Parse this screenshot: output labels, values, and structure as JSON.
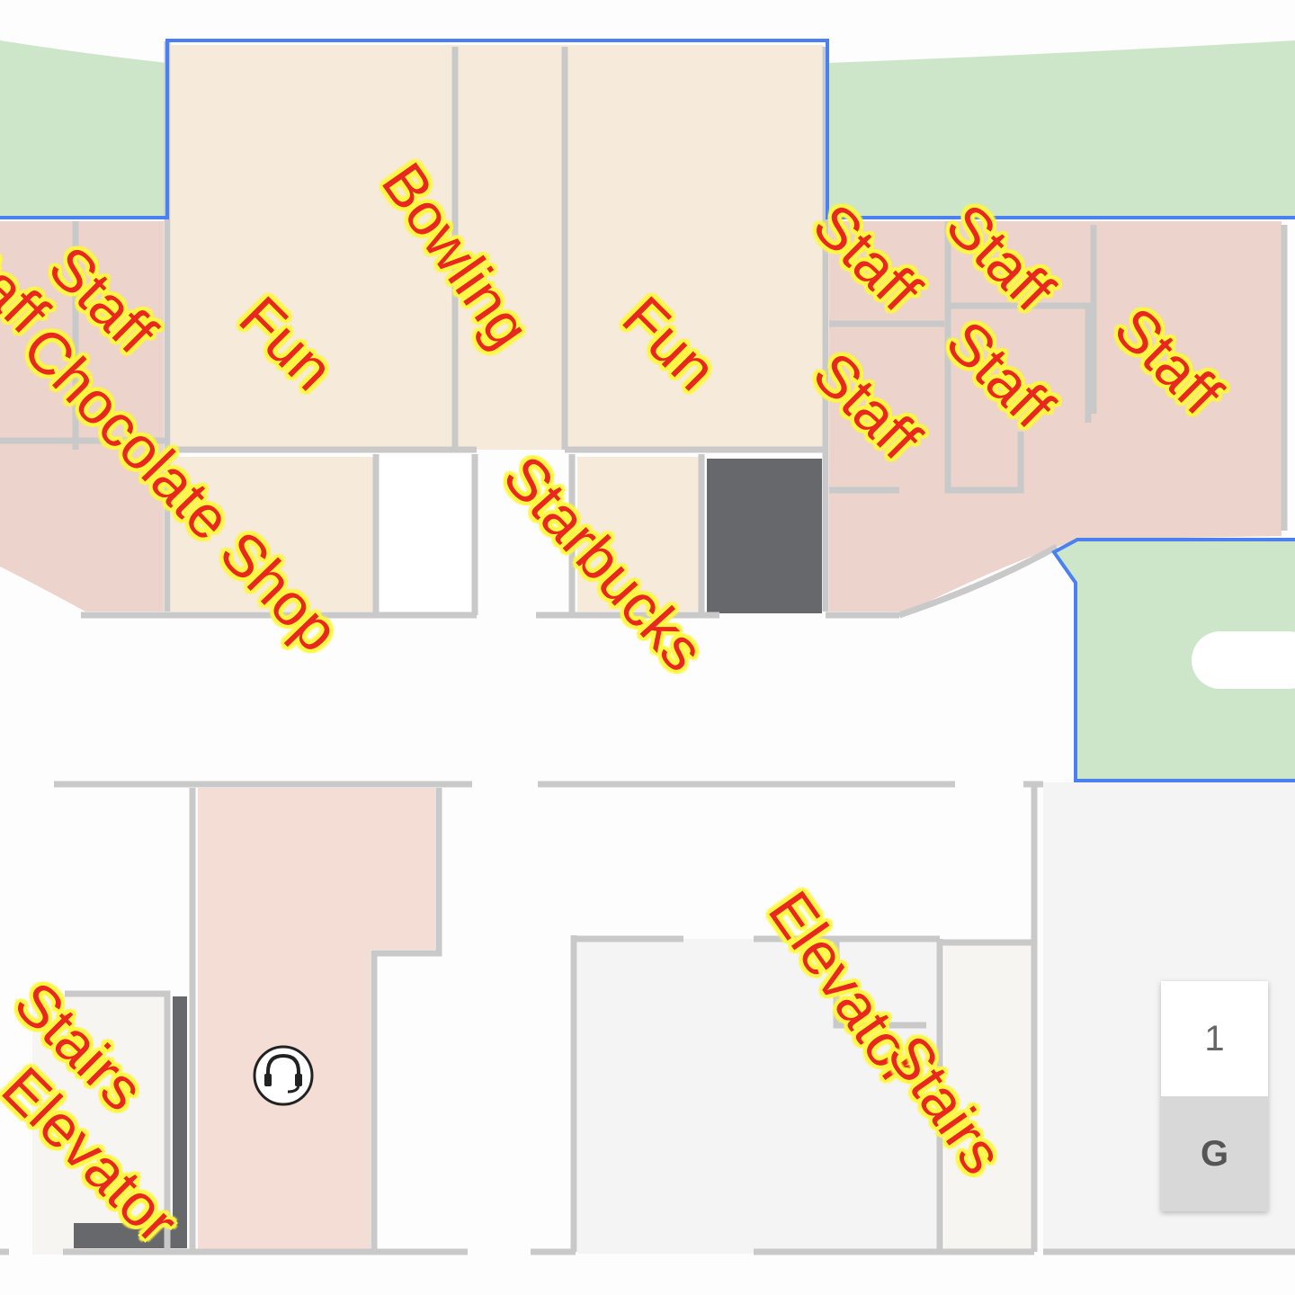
{
  "map": {
    "colors": {
      "green": "#cde6c9",
      "fun_area": "#f6eadb",
      "staff_area": "#ecd3cc",
      "info_area": "#f3ddd5",
      "dark_block": "#66686b",
      "light_room": "#f4f4f4",
      "wall": "#c9c9c9",
      "boundary": "#4a80f0",
      "label_text": "#e8281e",
      "label_halo": "#fff740"
    },
    "labels": [
      {
        "text": "Fun"
      },
      {
        "text": "Bowling"
      },
      {
        "text": "Fun"
      },
      {
        "text": "Staff"
      },
      {
        "text": "Staff"
      },
      {
        "text": "Chocolate Shop"
      },
      {
        "text": "Starbucks"
      },
      {
        "text": "Staff"
      },
      {
        "text": "Staff"
      },
      {
        "text": "Staff"
      },
      {
        "text": "Staff"
      },
      {
        "text": "Staff"
      },
      {
        "text": "Elevator"
      },
      {
        "text": "Stairs"
      },
      {
        "text": "Stairs"
      },
      {
        "text": "Elevator"
      }
    ],
    "poi_icons": [
      {
        "name": "info-desk-headset-icon"
      }
    ]
  },
  "floor_switcher": {
    "floors": [
      {
        "label": "1",
        "active": false
      },
      {
        "label": "G",
        "active": true
      }
    ]
  }
}
